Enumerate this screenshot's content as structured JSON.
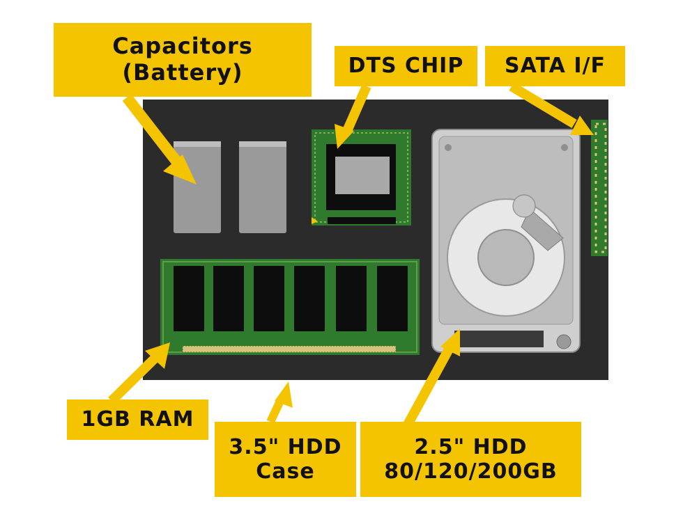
{
  "labels": {
    "capacitors": {
      "line1": "Capacitors",
      "line2": "(Battery)"
    },
    "dts_chip": "DTS CHIP",
    "sata": "SATA I/F",
    "ram": "1GB RAM",
    "case": {
      "line1": "3.5\" HDD",
      "line2": "Case"
    },
    "hdd": {
      "line1": "2.5\" HDD",
      "line2": "80/120/200GB"
    }
  },
  "colors": {
    "label_bg": "#f5c400",
    "arrow": "#f5c400",
    "board": "#2b2b2b",
    "pcb_green": "#2f7a2c",
    "chip_black": "#0d0d0d",
    "capacitor_gray": "#9a9a9a",
    "hdd_silver": "#cfcfcf"
  }
}
